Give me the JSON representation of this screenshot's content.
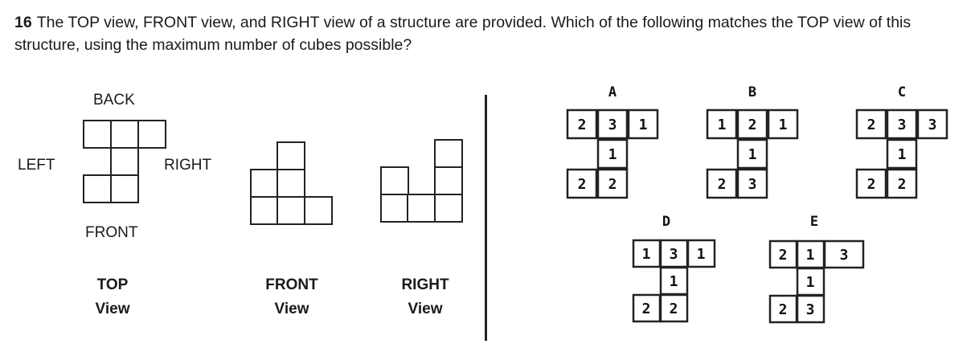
{
  "question": {
    "number": "16",
    "text": "The TOP view, FRONT view, and RIGHT view of a structure are provided. Which of the following matches the TOP view of this structure, using the maximum number of cubes possible?"
  },
  "labels": {
    "back": "BACK",
    "left": "LEFT",
    "right": "RIGHT",
    "front": "FRONT"
  },
  "captions": {
    "top": {
      "line1": "TOP",
      "line2": "View"
    },
    "front": {
      "line1": "FRONT",
      "line2": "View"
    },
    "right": {
      "line1": "RIGHT",
      "line2": "View"
    }
  },
  "options": [
    {
      "letter": "A",
      "top_row": [
        "2",
        "3",
        "1"
      ],
      "middle": "1",
      "bottom_row": [
        "2",
        "2"
      ]
    },
    {
      "letter": "B",
      "top_row": [
        "1",
        "2",
        "1"
      ],
      "middle": "1",
      "bottom_row": [
        "2",
        "3"
      ]
    },
    {
      "letter": "C",
      "top_row": [
        "2",
        "3",
        "3"
      ],
      "middle": "1",
      "bottom_row": [
        "2",
        "2"
      ]
    },
    {
      "letter": "D",
      "top_row": [
        "1",
        "3",
        "1"
      ],
      "middle": "1",
      "bottom_row": [
        "2",
        "2"
      ]
    },
    {
      "letter": "E",
      "top_row": [
        "2",
        "1",
        "3"
      ],
      "middle": "1",
      "bottom_row": [
        "2",
        "3"
      ]
    }
  ]
}
